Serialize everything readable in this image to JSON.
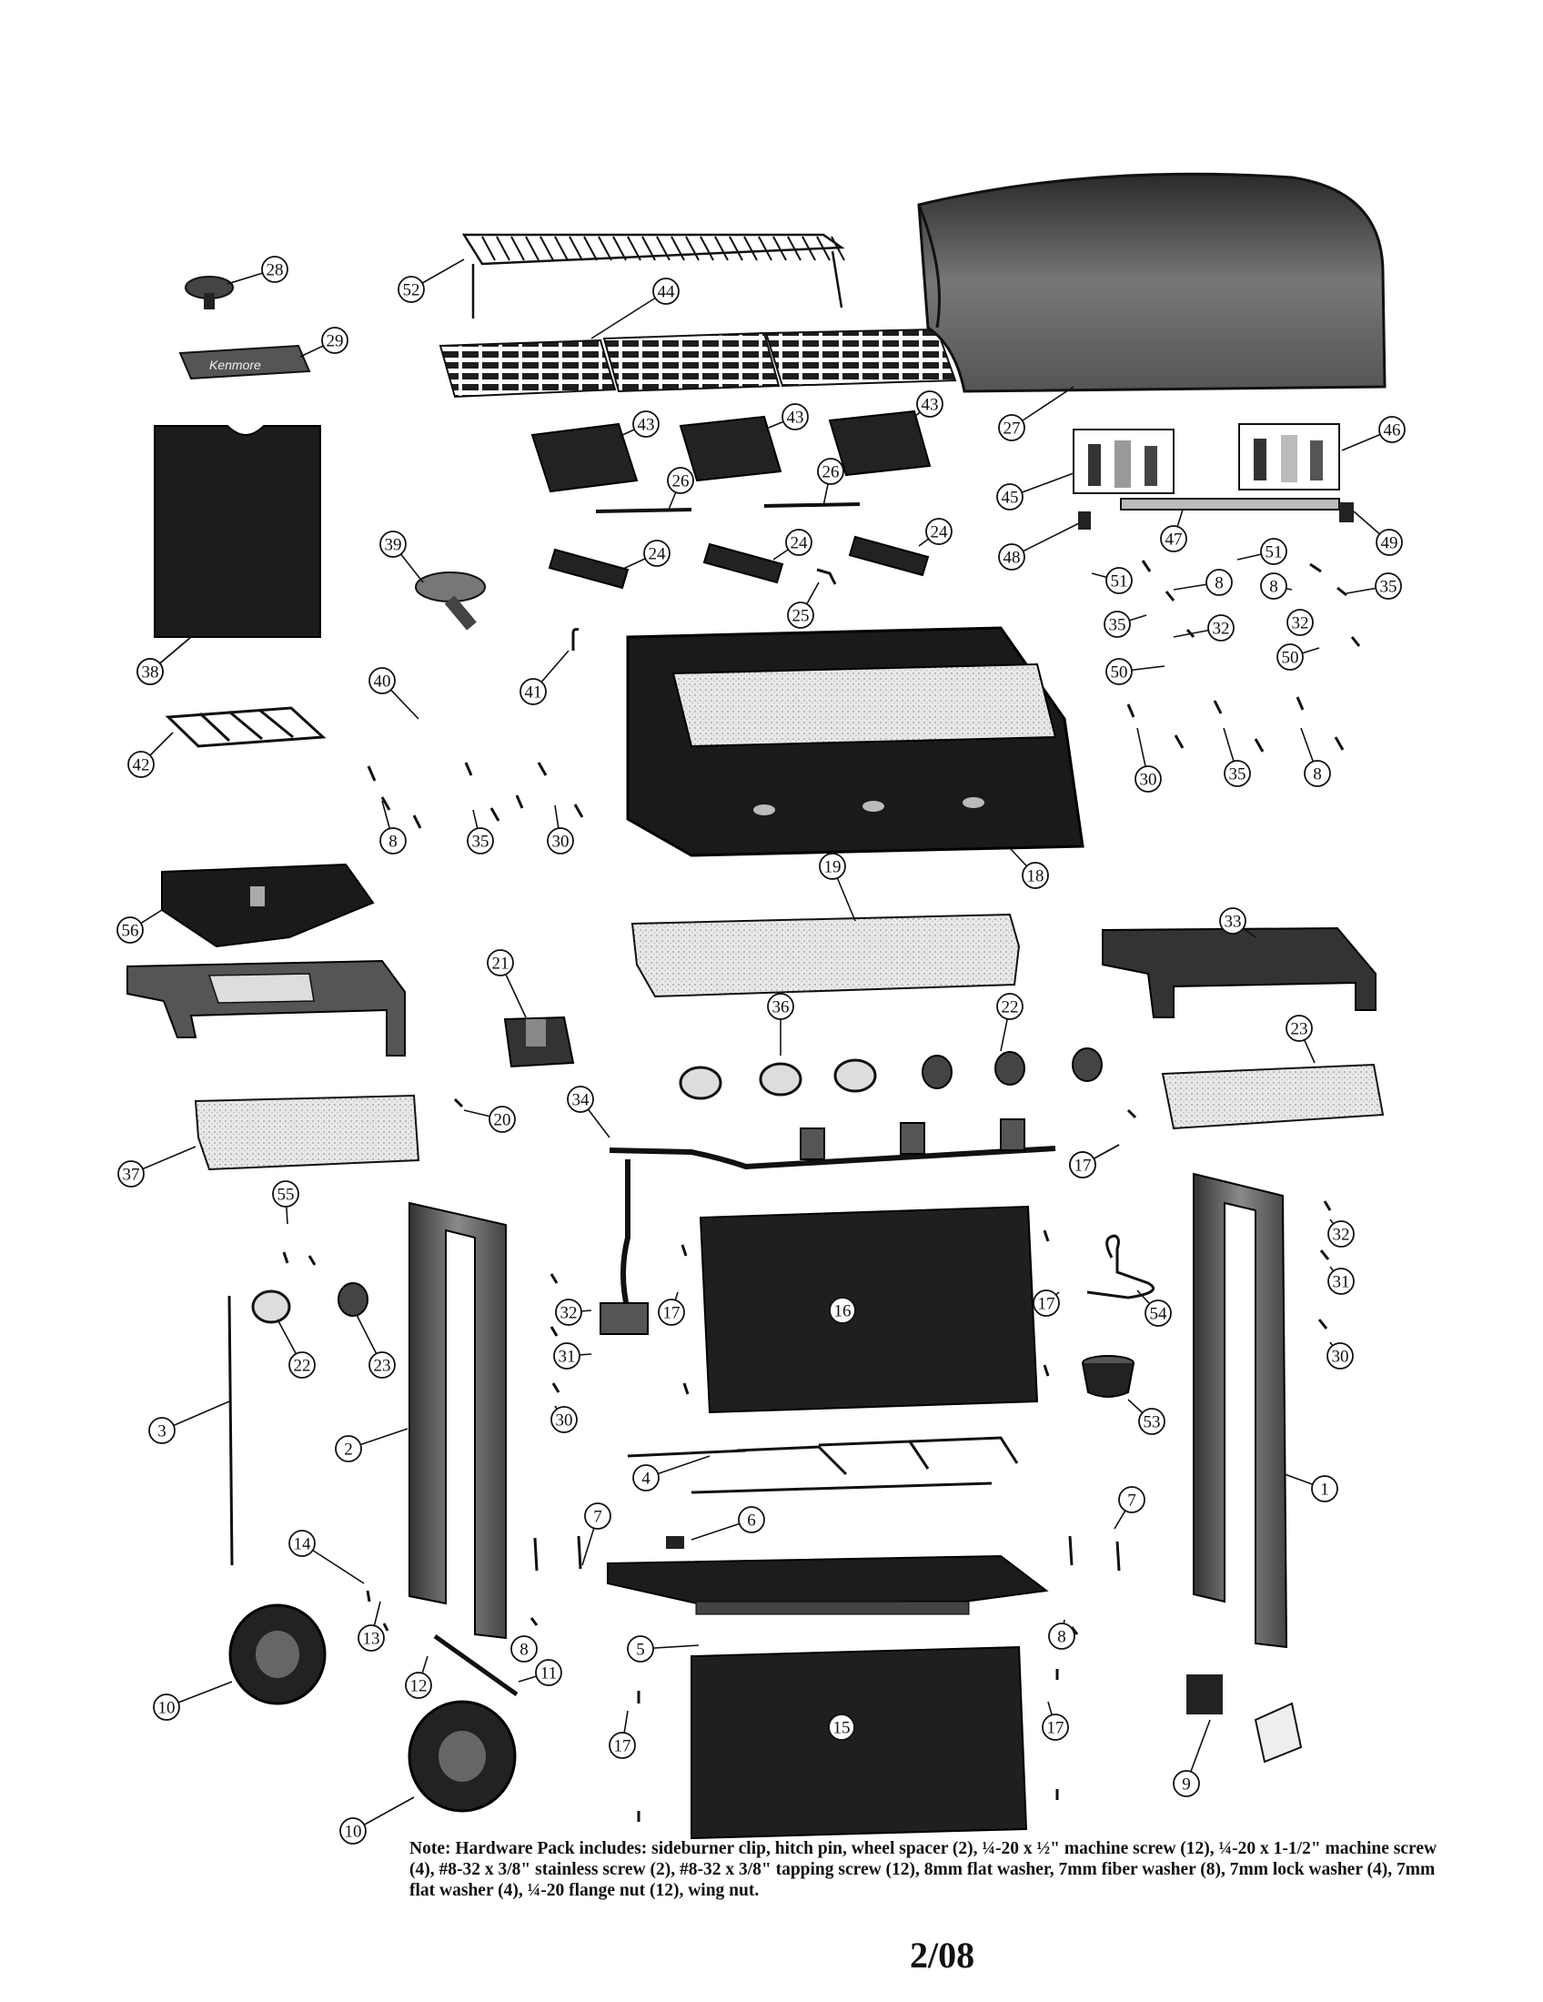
{
  "callouts": [
    "28",
    "29",
    "52",
    "44",
    "27",
    "38",
    "43",
    "43",
    "43",
    "26",
    "26",
    "45",
    "46",
    "48",
    "47",
    "49",
    "39",
    "24",
    "24",
    "24",
    "25",
    "51",
    "8",
    "51",
    "8",
    "35",
    "35",
    "32",
    "32",
    "50",
    "50",
    "38",
    "42",
    "40",
    "41",
    "30",
    "35",
    "8",
    "8",
    "35",
    "30",
    "18",
    "19",
    "56",
    "33",
    "21",
    "36",
    "22",
    "23",
    "34",
    "20",
    "17",
    "37",
    "17",
    "55",
    "32",
    "31",
    "17",
    "16",
    "17",
    "54",
    "32",
    "31",
    "30",
    "22",
    "23",
    "30",
    "53",
    "3",
    "2",
    "4",
    "1",
    "7",
    "6",
    "7",
    "14",
    "13",
    "10",
    "8",
    "11",
    "12",
    "5",
    "8",
    "17",
    "17",
    "10",
    "9",
    "15"
  ],
  "embossed_logo": "Kenmore",
  "note": {
    "label": "Note:",
    "text": "Hardware Pack includes: sideburner clip, hitch pin, wheel spacer (2), ¼-20 x ½\" machine screw (12), ¼-20 x 1-1/2\" machine screw (4), #8-32 x 3/8\" stainless screw (2), #8-32 x 3/8\" tapping screw (12), 8mm flat washer, 7mm fiber washer (8), 7mm lock washer (4), 7mm flat washer (4), ¼-20 flange nut (12), wing nut."
  },
  "page_code": "2/08"
}
